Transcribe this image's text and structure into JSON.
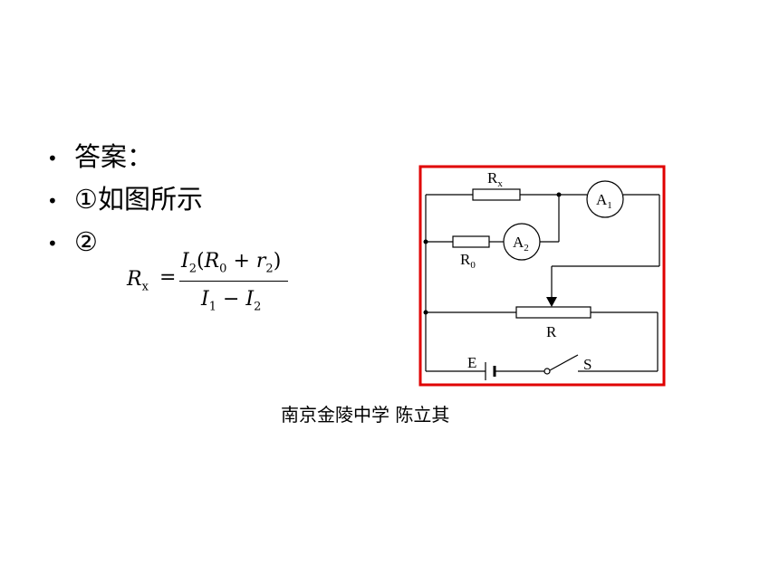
{
  "bullets": [
    {
      "marker": "•",
      "text": "答案："
    },
    {
      "marker": "•",
      "text": "①如图所示"
    },
    {
      "marker": "•",
      "text": "②"
    }
  ],
  "formula": {
    "lhs": "R",
    "lhs_sub": "x",
    "equals": "=",
    "numerator": {
      "i": "I",
      "i_sub": "2",
      "open": "(",
      "r0": "R",
      "r0_sub": "0",
      "plus": "+",
      "r2": "r",
      "r2_sub": "2",
      "close": ")"
    },
    "denominator": {
      "i1": "I",
      "i1_sub": "1",
      "minus": "−",
      "i2": "I",
      "i2_sub": "2"
    }
  },
  "circuit": {
    "border_color": "#e00000",
    "labels": {
      "rx": "R",
      "rx_sub": "x",
      "r0": "R",
      "r0_sub": "0",
      "a1": "A",
      "a1_sub": "1",
      "a2": "A",
      "a2_sub": "2",
      "r": "R",
      "e": "E",
      "s": "S"
    }
  },
  "credit": "南京金陵中学  陈立其"
}
